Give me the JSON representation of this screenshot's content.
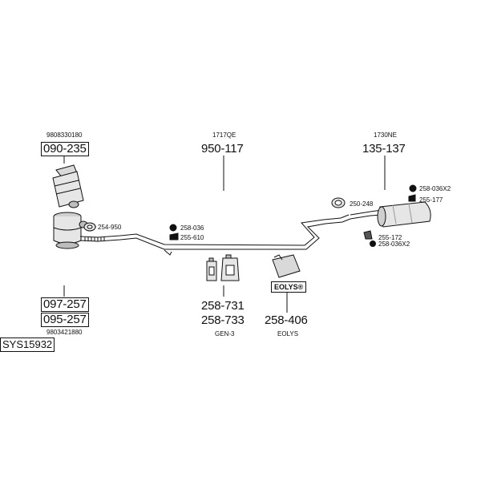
{
  "diagram_id": "SYS15932",
  "groups": {
    "catalyst_top": {
      "ref": "9808330180",
      "part": "090-235"
    },
    "front_pipe": {
      "ref": "1717QE",
      "part": "950-117"
    },
    "rear_silencer": {
      "ref": "1730NE",
      "part": "135-137"
    },
    "dpf_bottom": {
      "parts": [
        "097-257",
        "095-257"
      ],
      "ref": "9803421880"
    },
    "fluid": {
      "parts": [
        "258-731",
        "258-733"
      ],
      "label": "GEN-3"
    },
    "eolys": {
      "part": "258-406",
      "label": "EOLYS",
      "badge": "EOLYS®"
    }
  },
  "small_parts": {
    "p254_950": "254-950",
    "p258_036": "258-036",
    "p255_610": "255-610",
    "p250_248": "250-248",
    "p258_036x2_top": "258-036X2",
    "p255_177": "255-177",
    "p255_172": "255-172",
    "p258_036x2_bot": "258-036X2"
  },
  "colors": {
    "line": "#111111",
    "part_fill": "#e6e6e6",
    "shade": "#bdbdbd"
  },
  "icons": [
    "clamp-icon",
    "rubber-mount-icon",
    "gasket-icon",
    "bottle-icon",
    "canister-icon",
    "bag-icon"
  ]
}
